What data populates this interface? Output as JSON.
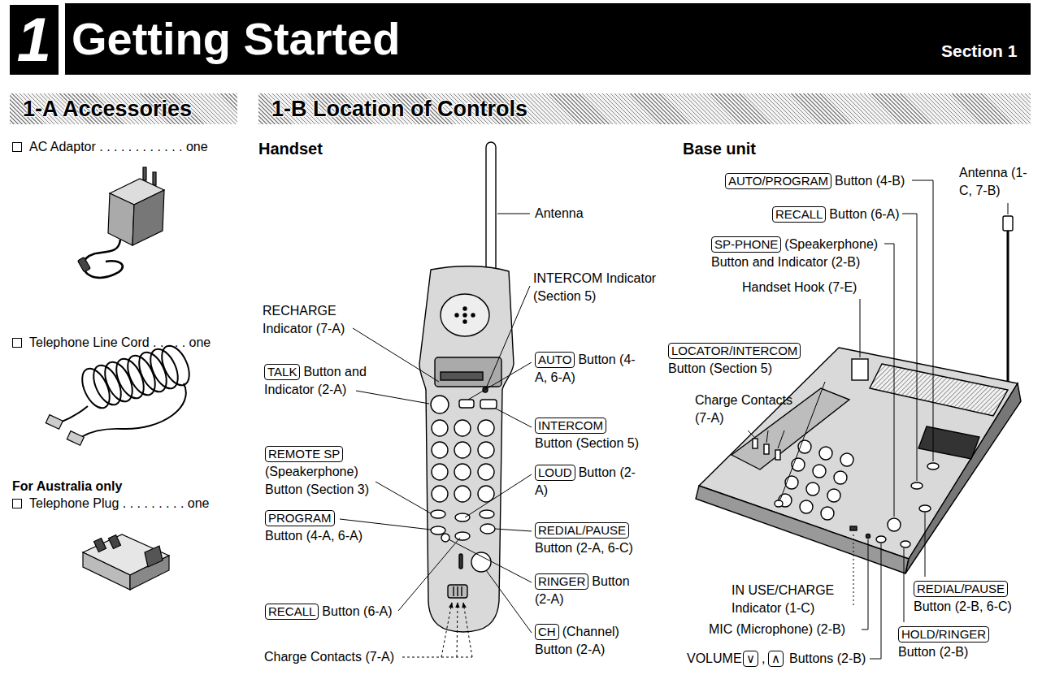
{
  "diagram": {
    "title": "Getting Started",
    "nodes": [
      {
        "text": [
          "1-A Accessories"
        ]
      },
      {
        "text": [
          "1-B Location of Controls"
        ]
      },
      {
        "text": [
          "TALK",
          "Button and Indicator (2-A)"
        ]
      },
      {
        "text": [
          "REMOTE SP",
          "(Speakerphone) Button (Section 3)"
        ]
      },
      {
        "text": [
          "PROGRAM",
          "Button (4-A, 6-A)"
        ]
      },
      {
        "text": [
          "RECALL",
          "Button (6-A)"
        ]
      },
      {
        "text": [
          "AUTO",
          "Button (4-A, 6-A)"
        ]
      },
      {
        "text": [
          "INTERCOM",
          "Button (Section 5)"
        ]
      },
      {
        "text": [
          "LOUD",
          "Button (2-A)"
        ]
      },
      {
        "text": [
          "REDIAL/PAUSE",
          "Button (2-A, 6-C)"
        ]
      },
      {
        "text": [
          "RINGER",
          "Button (2-A)"
        ]
      },
      {
        "text": [
          "CH",
          "(Channel) Button (2-A)"
        ]
      },
      {
        "text": [
          "AUTO/PROGRAM",
          "Button (4-B)"
        ]
      },
      {
        "text": [
          "RECALL",
          "Button (6-A)"
        ]
      },
      {
        "text": [
          "SP-PHONE",
          "(Speakerphone) Button and Indicator (2-B)"
        ]
      },
      {
        "text": [
          "LOCATOR/INTERCOM",
          "Button (Section 5)"
        ]
      },
      {
        "text": [
          "∨"
        ]
      },
      {
        "text": [
          "∧"
        ]
      },
      {
        "text": [
          "REDIAL/PAUSE",
          "Button (2-B, 6-C)"
        ]
      },
      {
        "text": [
          "HOLD/RINGER",
          "Button (2-B)"
        ]
      }
    ],
    "labels": [
      "1",
      "Section 1",
      "AC Adaptor . . . . . . . . . . . . one",
      "Telephone Line Cord . . . . . one",
      "For Australia only",
      "Telephone Plug . . . . . . . . . one",
      "Handset",
      "Antenna",
      "INTERCOM Indicator (Section 5)",
      "RECHARGE Indicator (7-A)",
      "Charge Contacts (7-A)",
      "Base unit",
      "Antenna (1-C, 7-B)",
      "Handset Hook (7-E)",
      "Charge Contacts (7-A)",
      "IN USE/CHARGE Indicator (1-C)",
      "MIC (Microphone) (2-B)",
      "VOLUME",
      ",",
      "Buttons (2-B)"
    ]
  }
}
